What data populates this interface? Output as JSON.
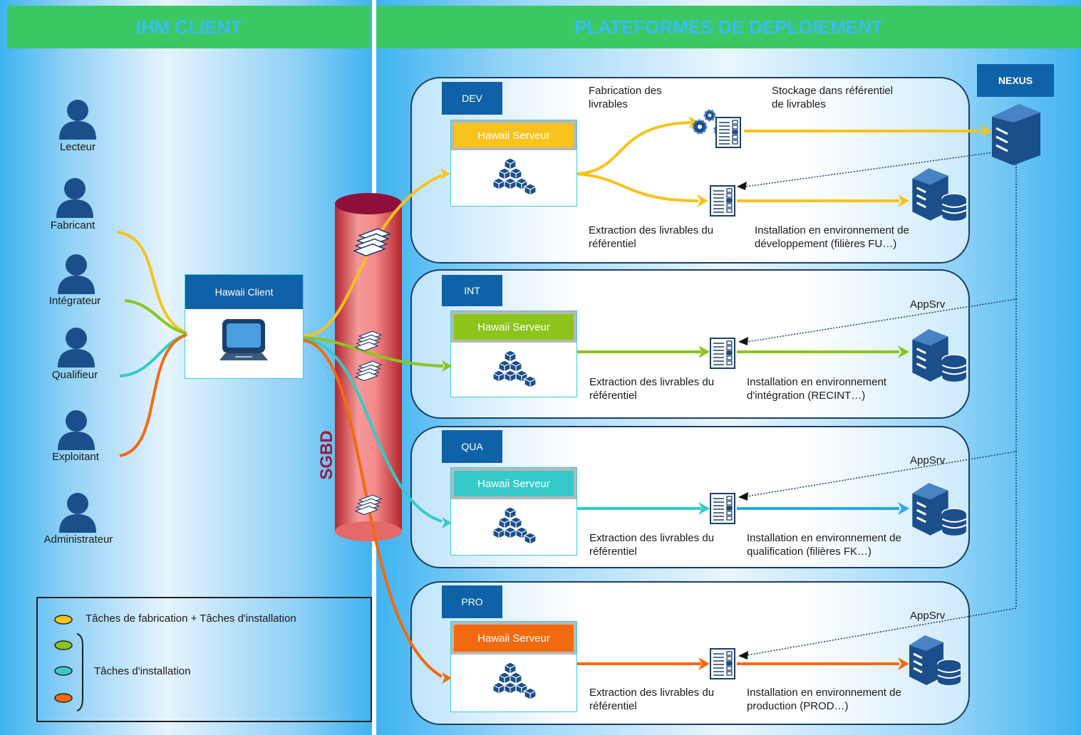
{
  "headers": {
    "left": "IHM CLIENT",
    "right": "PLATEFORMES DE DEPLOIEMENT"
  },
  "actors": [
    "Lecteur",
    "Fabricant",
    "Intégrateur",
    "Qualifieur",
    "Exploitant",
    "Administrateur"
  ],
  "client_box": {
    "title": "Hawaii Client"
  },
  "sgbd": "SGBD",
  "nexus": "NEXUS",
  "server_label": "Hawaii Serveur",
  "appsrv": "AppSrv",
  "envs": [
    {
      "tag": "DEV",
      "extract_1": "Extraction des livrables du",
      "extract_2": "référentiel",
      "install_1": "Installation en environnement de",
      "install_2": "développement (filières FU…)"
    },
    {
      "tag": "INT",
      "extract_1": "Extraction des livrables du",
      "extract_2": "référentiel",
      "install_1": "Installation en environnement",
      "install_2": "d'intégration (RECINT…)"
    },
    {
      "tag": "QUA",
      "extract_1": "Extraction des livrables du",
      "extract_2": "référentiel",
      "install_1": "Installation en environnement de",
      "install_2": "qualification (filières FK…)"
    },
    {
      "tag": "PRO",
      "extract_1": "Extraction des livrables du",
      "extract_2": "référentiel",
      "install_1": "Installation en environnement de",
      "install_2": "production (PROD…)"
    }
  ],
  "dev_extra": {
    "fab_1": "Fabrication des",
    "fab_2": "livrables",
    "stock_1": "Stockage dans référentiel",
    "stock_2": "de livrables"
  },
  "legend": {
    "line1": "Tâches de fabrication + Tâches d'installation",
    "line2": "Tâches d'installation"
  },
  "colors": {
    "yellow": "#f7c21b",
    "green": "#8cc41c",
    "cyan": "#36c9c9",
    "orange": "#f26a10",
    "blue": "#2aa7e8",
    "navy": "#0f62a8",
    "banner": "#3cc765"
  }
}
